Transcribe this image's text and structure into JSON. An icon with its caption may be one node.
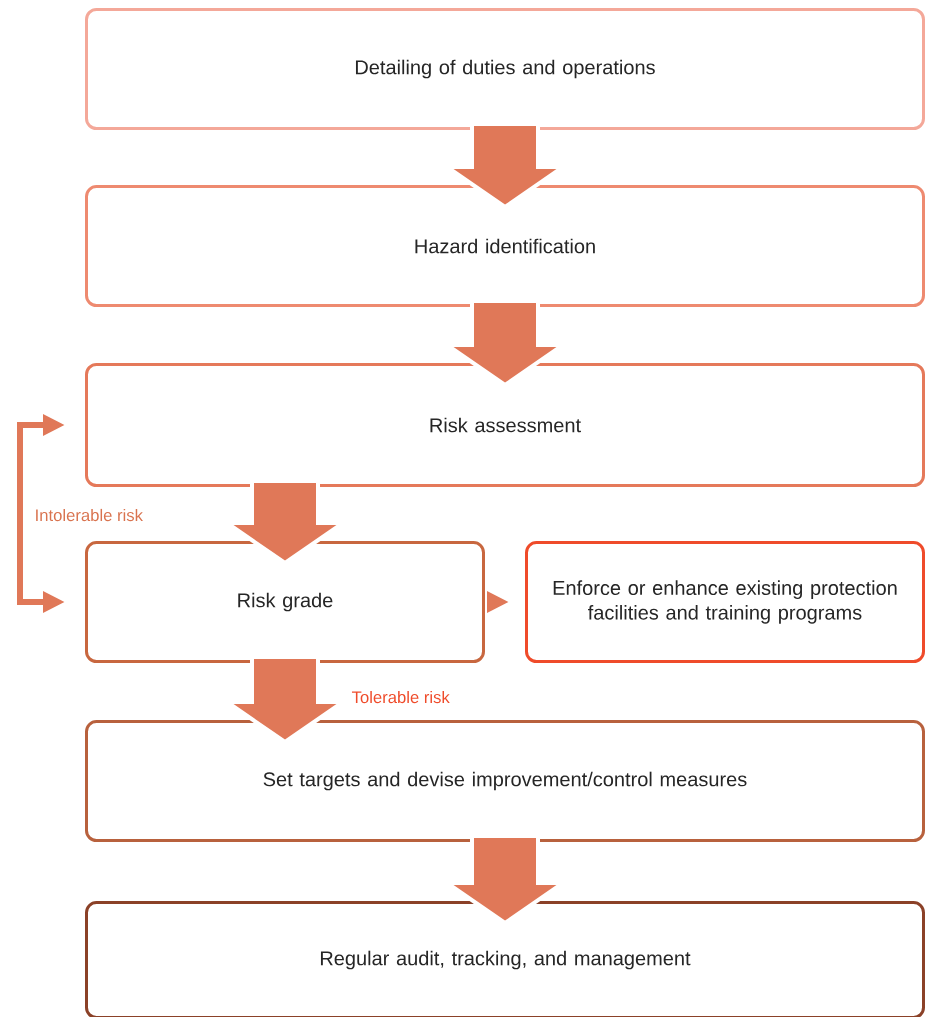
{
  "diagram": {
    "nodes": [
      {
        "text": [
          "Detailing of duties and operations"
        ]
      },
      {
        "text": [
          "Hazard identification"
        ]
      },
      {
        "text": [
          "Risk assessment"
        ]
      },
      {
        "text": [
          "Risk grade"
        ]
      },
      {
        "text": [
          "Enforce or enhance existing protection facilities and training programs"
        ]
      },
      {
        "text": [
          "Set targets and devise improvement/control measures"
        ]
      },
      {
        "text": [
          "Regular audit, tracking, and management"
        ]
      }
    ],
    "edges": [
      {
        "from": 0,
        "to": 1,
        "arrow": "to",
        "style": "thick"
      },
      {
        "from": 1,
        "to": 2,
        "arrow": "to",
        "style": "thick"
      },
      {
        "from": 2,
        "to": 3,
        "arrow": "to",
        "style": "thick"
      },
      {
        "from": 3,
        "to": 2,
        "arrow": "both",
        "label": "Intolerable risk"
      },
      {
        "from": 3,
        "to": 4,
        "arrow": "to"
      },
      {
        "from": 3,
        "to": 5,
        "arrow": "to",
        "style": "thick",
        "label": "Tolerable risk"
      },
      {
        "from": 5,
        "to": 6,
        "arrow": "to",
        "style": "thick"
      }
    ]
  }
}
